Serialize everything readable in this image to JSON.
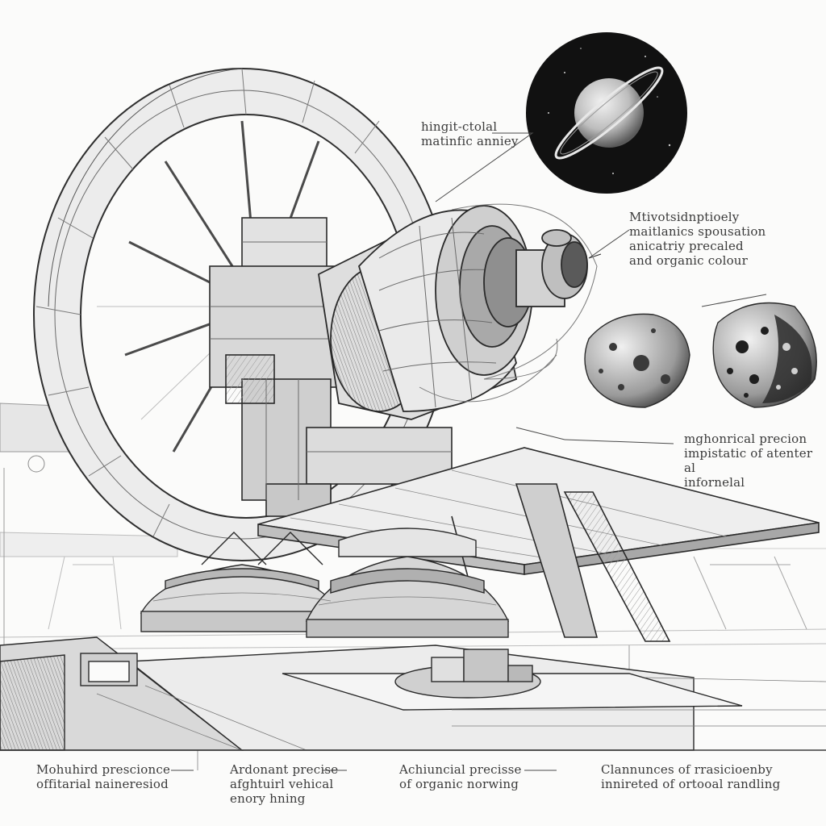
{
  "annotations": {
    "top_center": "hingit-ctolal\nmatinfic anniey",
    "right_upper": "Mtivotsidnptioely\nmaitlanics spousation\nanicatriy precaled\nand organic colour",
    "right_mid": "mghonrical precion\nimpistatic of atenter al\ninfornelal",
    "bottom_1": "Mohuhird prescionce\noffitarial naineresiod",
    "bottom_2": "Ardonant precise\nafghtuirl vehical\nenory hning",
    "bottom_3": "Achiuncial precisse\nof organic norwing",
    "bottom_4": "Clannunces of rrasicioenby\ninnireted of ortooal randling"
  },
  "colors": {
    "ink": "#2a2a2a",
    "light_ink": "#8a8a8a",
    "paper": "#fbfbfa",
    "space": "#111111"
  },
  "elements": {
    "planet_inset": "ringed-planet-illustration",
    "asteroids": [
      "cratered-asteroid",
      "cratered-asteroid"
    ]
  }
}
